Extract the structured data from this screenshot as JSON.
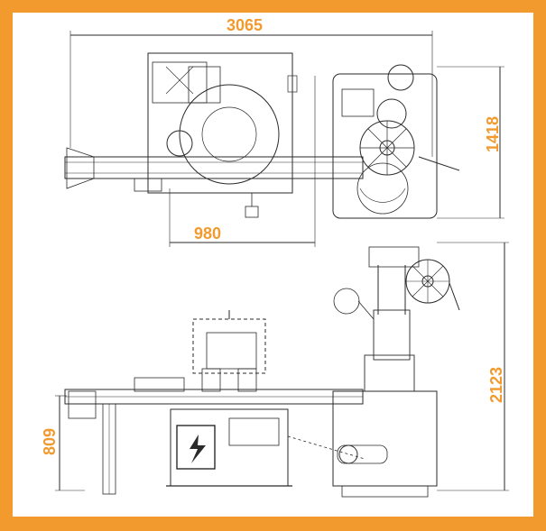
{
  "colors": {
    "frame": "#f29a2e",
    "outer": "#8a8a8a",
    "sheet": "#ffffff",
    "ink": "#2a2a2a",
    "dimension_text": "#f29a2e"
  },
  "dimensions": {
    "overall_length": "3065",
    "top_view_depth": "1418",
    "conveyor_offset": "980",
    "overall_height": "2123",
    "conveyor_height": "809"
  },
  "symbols": {
    "electrical_hazard": "lightning-bolt-icon"
  }
}
